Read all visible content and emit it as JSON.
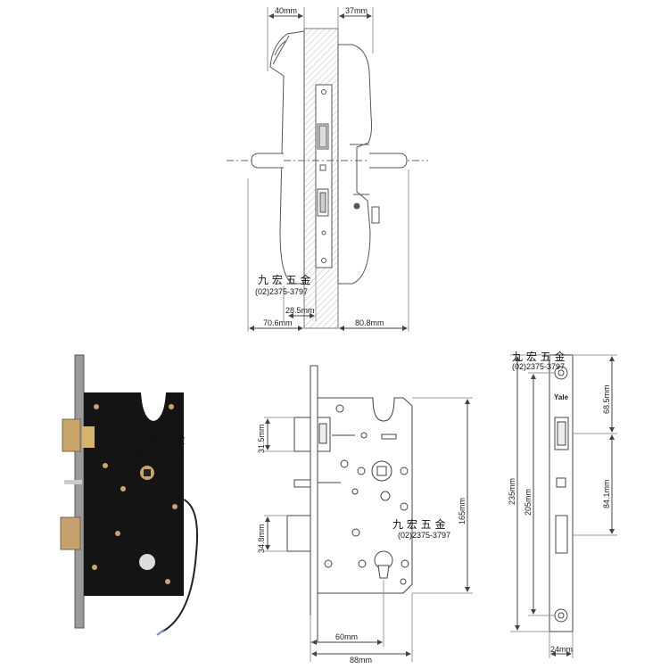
{
  "top_view": {
    "dims": {
      "d40": "40mm",
      "d37": "37mm",
      "d28": "28.5mm",
      "d706": "70.6mm",
      "d808": "80.8mm"
    },
    "watermark": {
      "cn": "九 宏 五 金",
      "phone": "(02)2375-3797"
    }
  },
  "photo": {
    "watermark": {
      "cn": "九 宏 五 金",
      "phone": "(02)2375-3797"
    }
  },
  "front_view": {
    "dims": {
      "d315": "31.5mm",
      "d348": "34.8mm",
      "d165": "165mm",
      "d60": "60mm",
      "d88": "88mm"
    },
    "watermark": {
      "cn": "九 宏 五 金",
      "phone": "(02)2375-3797"
    }
  },
  "faceplate_view": {
    "brand": "Yale",
    "dims": {
      "d685": "68.5mm",
      "d841": "84.1mm",
      "d235": "235mm",
      "d205": "205mm",
      "d24": "24mm"
    },
    "watermark": {
      "cn": "九 宏 五 金",
      "phone": "(02)2375-3797"
    }
  },
  "colors": {
    "line": "#555555",
    "hatch": "#999999",
    "lock_body": "#141414",
    "plate_metal": "#b0b0b0",
    "latch_brass": "#c9a56a"
  }
}
